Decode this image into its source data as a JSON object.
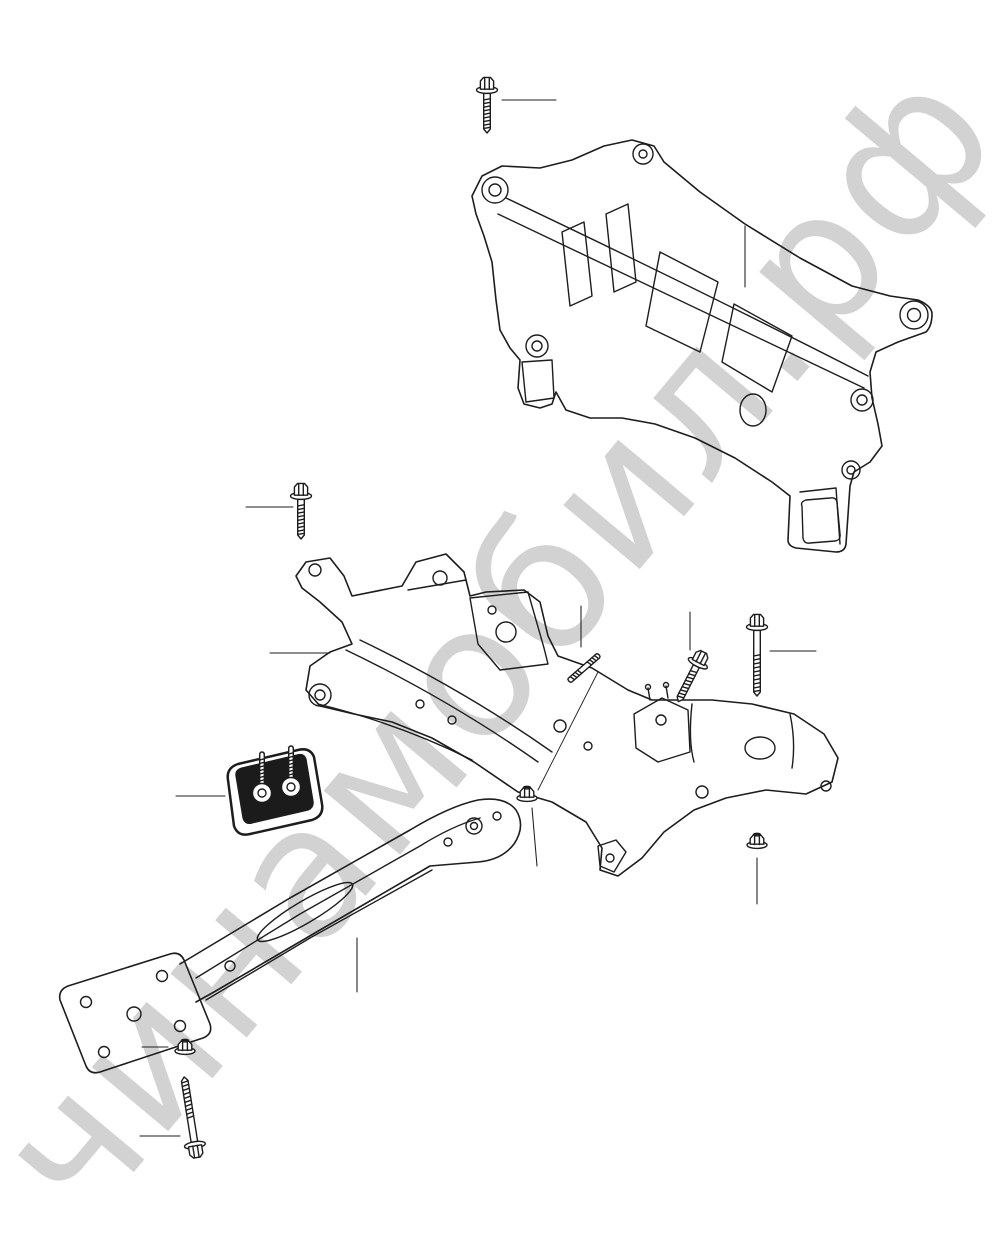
{
  "watermark": {
    "text": "чинамобил.рф",
    "color": "#d2d2d2"
  },
  "diagram": {
    "background": "#ffffff",
    "line_color": "#1d1d1d",
    "parts": [
      {
        "name": "rear-subframe-crossmember"
      },
      {
        "name": "front-subframe-crossmember"
      },
      {
        "name": "transmission-support-bracket"
      },
      {
        "name": "engine-mount-plate"
      },
      {
        "name": "flange-bolt-top"
      },
      {
        "name": "flange-bolt-left"
      },
      {
        "name": "flange-bolt-angled"
      },
      {
        "name": "flange-bolt-long-right"
      },
      {
        "name": "flange-bolt-bottom"
      },
      {
        "name": "double-end-stud"
      },
      {
        "name": "flange-nut-center"
      },
      {
        "name": "flange-nut-right"
      },
      {
        "name": "flange-nut-bottom"
      }
    ]
  }
}
